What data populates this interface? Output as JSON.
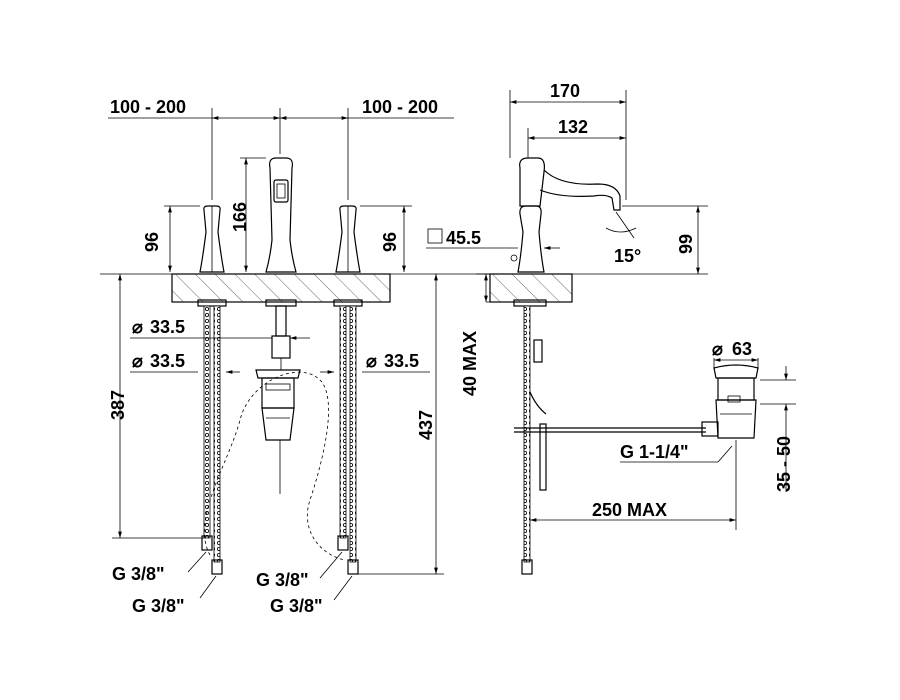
{
  "front_view": {
    "spacing_left": "100 - 200",
    "spacing_right": "100 - 200",
    "spout_height": "166",
    "handle_left_height": "96",
    "handle_right_height": "96",
    "dia_center": "33.5",
    "dia_left": "33.5",
    "dia_right": "33.5",
    "hose_length_left": "387",
    "hose_length_right": "437",
    "conn_left_upper": "G 3/8\"",
    "conn_left_lower": "G 3/8\"",
    "conn_right_upper": "G 3/8\"",
    "conn_right_lower": "G 3/8\""
  },
  "side_view": {
    "total_depth": "170",
    "spout_reach": "132",
    "handle_size": "45.5",
    "spout_clearance": "99",
    "spout_angle": "15°",
    "max_deck_thickness": "40 MAX",
    "drain_dia": "63",
    "drain_thread": "G 1-1/4\"",
    "drain_max_length": "250 MAX",
    "drain_height_range": "35 - 50"
  },
  "symbols": {
    "diameter": "⌀",
    "square": "square-symbol"
  }
}
